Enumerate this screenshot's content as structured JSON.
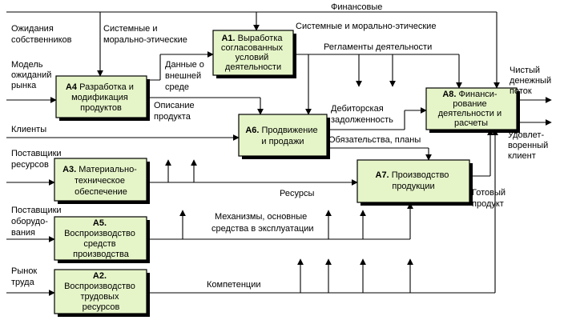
{
  "blocks": {
    "a1": {
      "id": "А1.",
      "lines": [
        "Выработка",
        "согласованных",
        "условий",
        "деятельности"
      ]
    },
    "a4": {
      "id": "А4",
      "lines": [
        "Разработка и",
        "модификация",
        "продуктов"
      ]
    },
    "a6": {
      "id": "А6.",
      "lines": [
        "Продвижение",
        "и продажи"
      ]
    },
    "a8": {
      "id": "А8.",
      "lines": [
        "Финанси-",
        "рование",
        "деятельности и",
        "расчеты"
      ]
    },
    "a3": {
      "id": "А3.",
      "lines": [
        "Материально-",
        "техническое",
        "обеспечение"
      ]
    },
    "a7": {
      "id": "А7.",
      "lines": [
        "Производство",
        "продукции"
      ]
    },
    "a5": {
      "id": "А5.",
      "lines": [
        "Воспроизводство",
        "средств",
        "производства"
      ]
    },
    "a2": {
      "id": "А2.",
      "lines": [
        "Воспроизводство",
        "трудовых",
        "ресурсов"
      ]
    }
  },
  "labels": {
    "financial": "Финансовые",
    "owners_expect": [
      "Ожидания",
      "собственников"
    ],
    "system_moral_left": [
      "Системные и",
      "морально-этические"
    ],
    "system_moral_right": "Системные и морально-этические",
    "regulations": "Регламенты деятельности",
    "market_model": [
      "Модель",
      "ожиданий",
      "рынка"
    ],
    "env_data": [
      "Данные о",
      "внешней",
      "среде"
    ],
    "product_desc": [
      "Описание",
      "продукта"
    ],
    "receivables": [
      "Дебиторская",
      "задолженность"
    ],
    "net_cash": [
      "Чистый",
      "денежный",
      "поток"
    ],
    "clients": "Клиенты",
    "obligations": "Обязательства, планы",
    "satisfied": [
      "Удовлет-",
      "воренный",
      "клиент"
    ],
    "res_suppliers": [
      "Поставщики",
      "ресурсов"
    ],
    "resources": "Ресурсы",
    "finished": [
      "Готовый",
      "продукт"
    ],
    "equip_suppliers": [
      "Поставщики",
      "оборудо-",
      "вания"
    ],
    "mechanisms": [
      "Механизмы, основные",
      "средства в эксплуатации"
    ],
    "labor_market": [
      "Рынок",
      "труда"
    ],
    "competencies": "Компетенции"
  }
}
